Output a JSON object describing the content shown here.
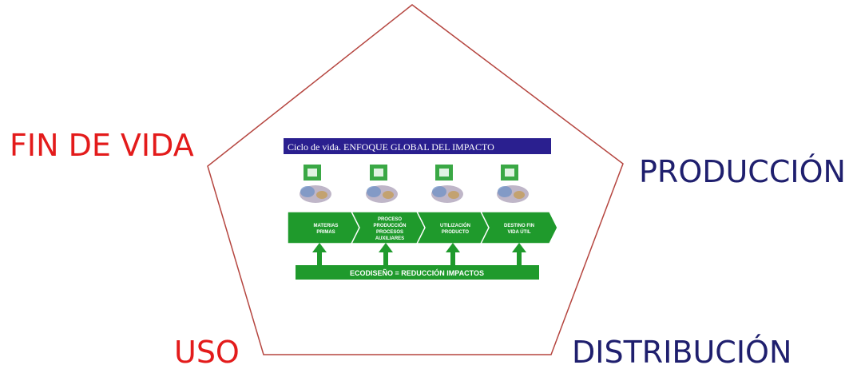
{
  "colors": {
    "pentagon_stroke": "#b5453f",
    "label_red": "#e31b1b",
    "label_navy": "#1f1f6e",
    "panel_header_bg": "#2a1f8f",
    "panel_green": "#1f9a2c",
    "icon_green": "#3aa845"
  },
  "labels": {
    "fin_de_vida": "FIN DE VIDA",
    "produccion": "PRODUCCIÓN",
    "uso": "USO",
    "distribucion": "DISTRIBUCIÓN"
  },
  "panel": {
    "title": "Ciclo de vida. ENFOQUE GLOBAL DEL IMPACTO",
    "stages": [
      {
        "lines": [
          "MATERIAS",
          "PRIMAS"
        ],
        "icon": "tree-icon"
      },
      {
        "lines": [
          "PROCESO",
          "PRODUCCIÓN",
          "PROCESOS",
          "AUXILIARES"
        ],
        "icon": "factory-icon"
      },
      {
        "lines": [
          "UTILIZACIÓN",
          "PRODUCTO"
        ],
        "icon": "truck-icon"
      },
      {
        "lines": [
          "DESTINO FIN",
          "VIDA ÚTIL"
        ],
        "icon": "recycle-icon"
      }
    ],
    "footer": "ECODISEÑO = REDUCCIÓN IMPACTOS"
  }
}
